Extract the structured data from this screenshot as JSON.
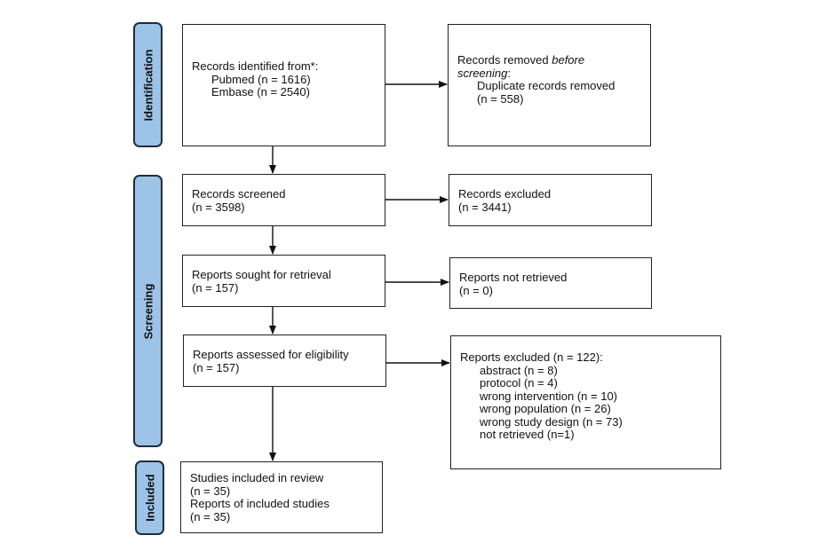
{
  "phases": {
    "identification": "Identification",
    "screening": "Screening",
    "included": "Included"
  },
  "boxes": {
    "identified": {
      "title": "Records identified from*:",
      "items": [
        "Pubmed (n = 1616)",
        "Embase (n = 2540)"
      ]
    },
    "removed": {
      "title_plain": "Records removed",
      "title_italic_1": "before",
      "title_italic_2": "screening",
      "title_colon": ":",
      "items": [
        "Duplicate records removed",
        "(n = 558)"
      ]
    },
    "screened": {
      "title": "Records screened",
      "count": "(n = 3598)"
    },
    "excluded": {
      "title": "Records excluded",
      "count": "(n = 3441)"
    },
    "sought": {
      "title": "Reports sought for retrieval",
      "count": "(n = 157)"
    },
    "not_retrieved": {
      "title": "Reports not retrieved",
      "count": "(n = 0)"
    },
    "assessed": {
      "title": "Reports assessed for eligibility",
      "count": "(n = 157)"
    },
    "reports_excluded": {
      "title": "Reports excluded (n = 122):",
      "reasons": [
        "abstract (n = 8)",
        "protocol (n = 4)",
        "wrong intervention (n = 10)",
        "wrong population (n = 26)",
        "wrong study design (n = 73)",
        "not retrieved (n=1)"
      ]
    },
    "included": {
      "lines": [
        "Studies included in review",
        "(n = 35)",
        "Reports of included studies",
        "(n = 35)"
      ]
    }
  }
}
